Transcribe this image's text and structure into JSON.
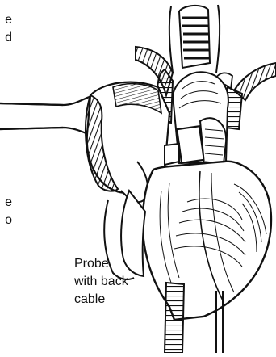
{
  "labels": {
    "top_left": [
      "e",
      "d"
    ],
    "mid_left": [
      "e",
      "o"
    ],
    "probe": [
      "Probe",
      "with back",
      "cable"
    ]
  },
  "colors": {
    "ink": "#111111",
    "paper": "#ffffff"
  }
}
